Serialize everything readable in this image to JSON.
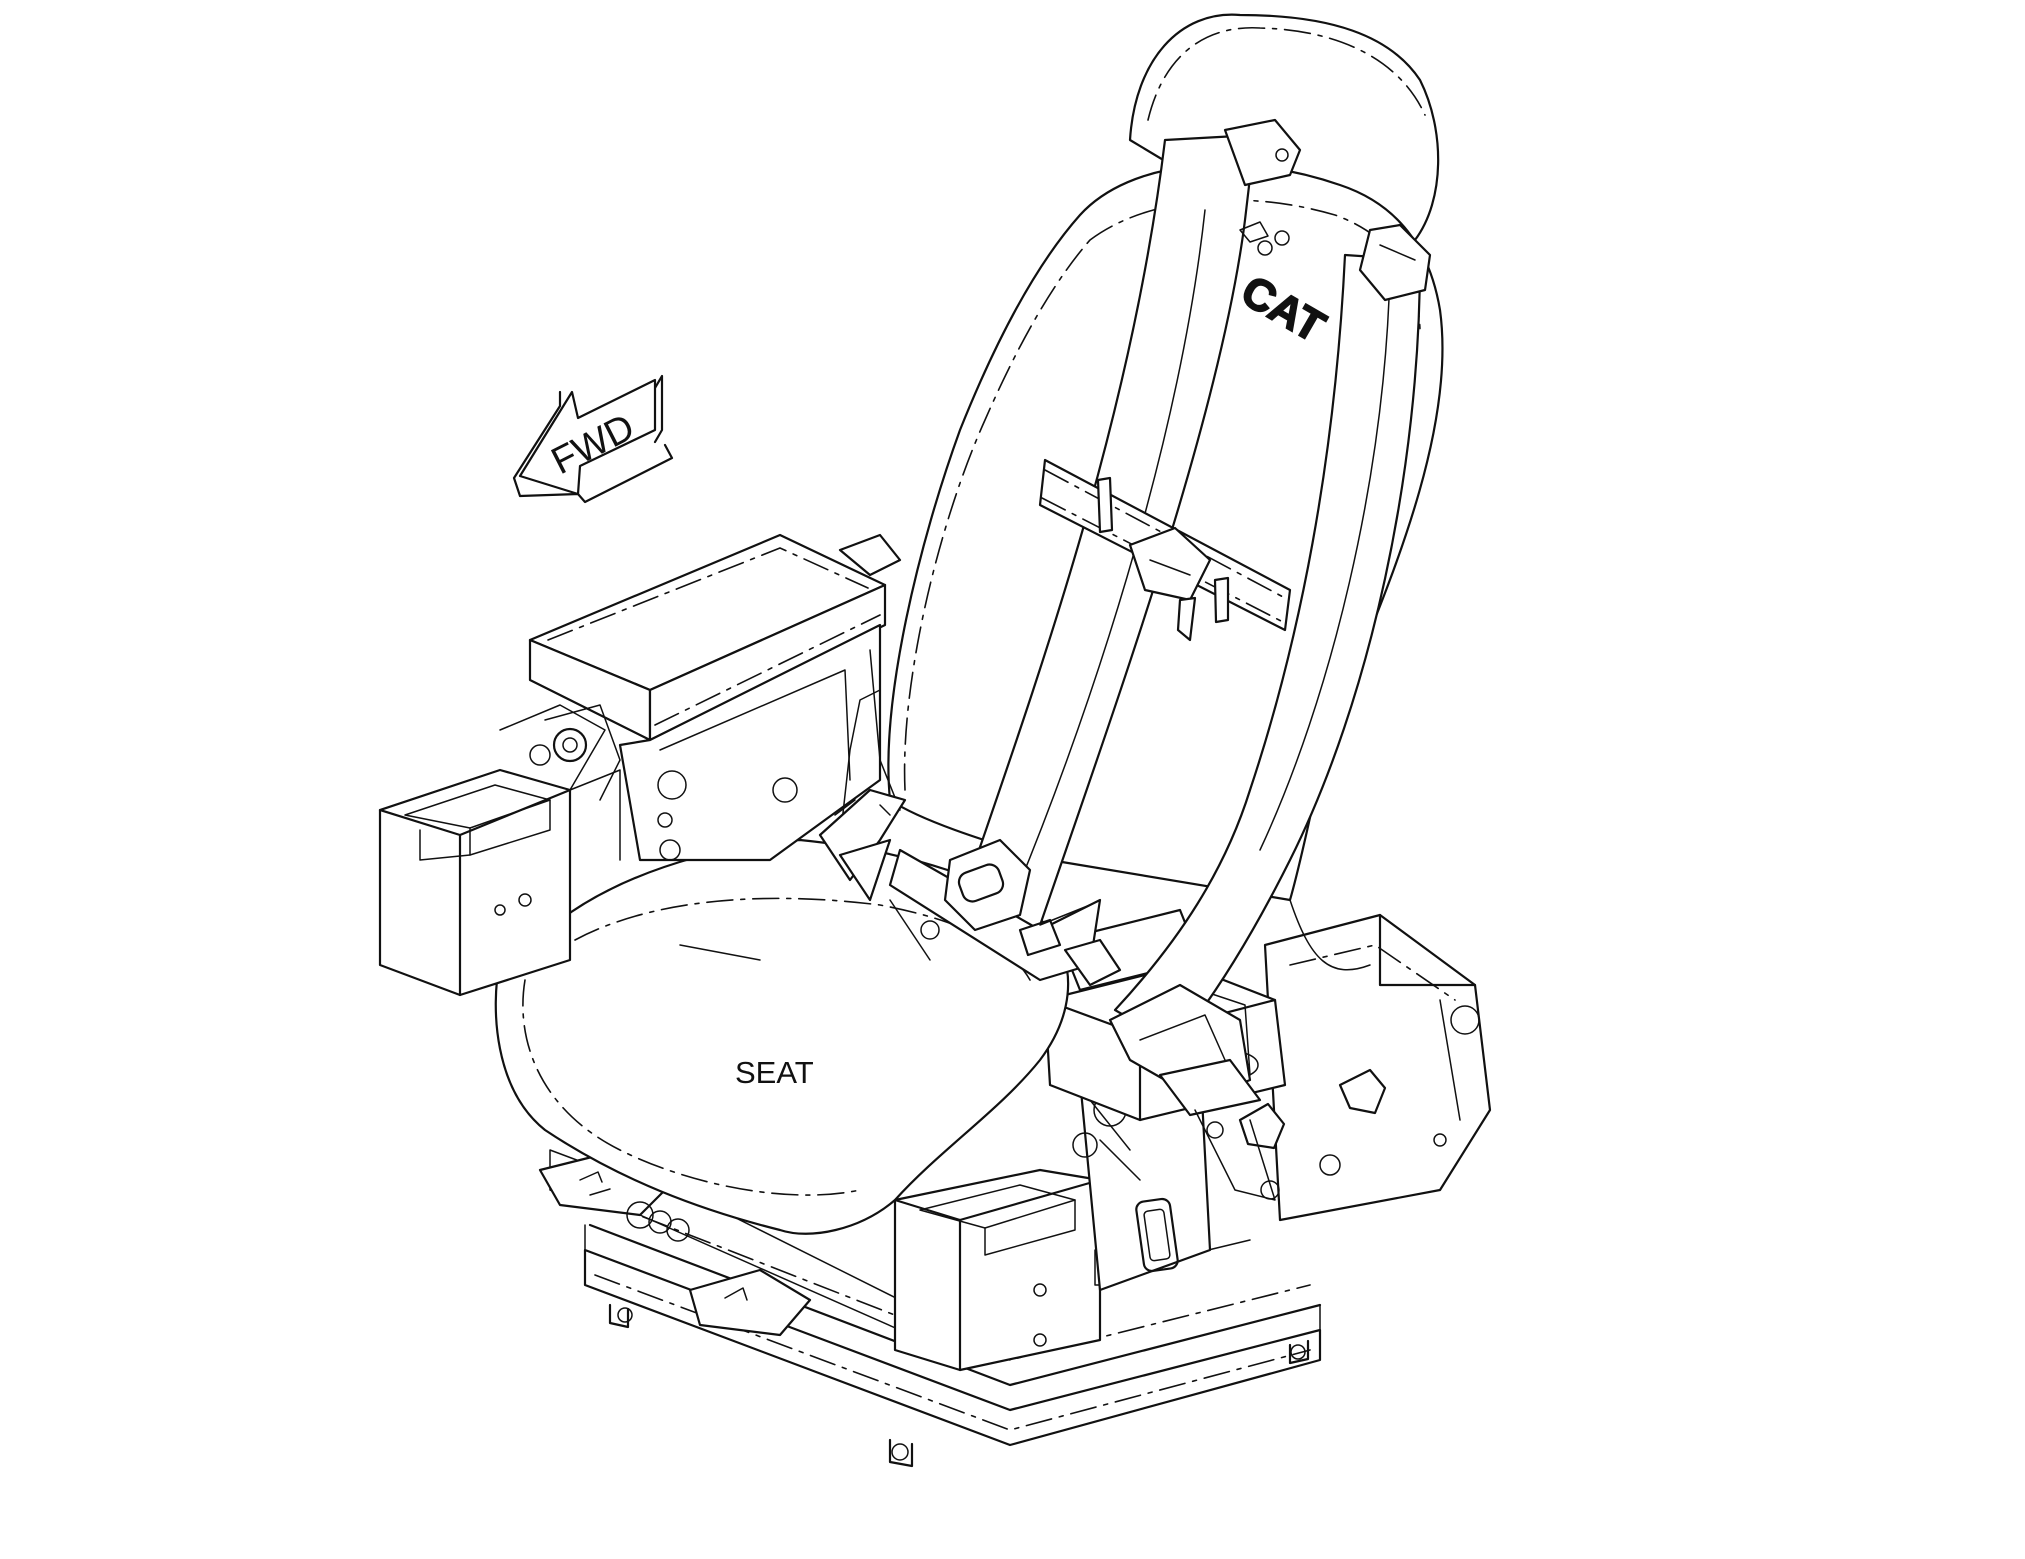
{
  "labels": {
    "fwd": "FWD",
    "seat": "SEAT"
  },
  "logo_text": "CAT",
  "colors": {
    "line": "#111111",
    "background": "#ffffff"
  }
}
